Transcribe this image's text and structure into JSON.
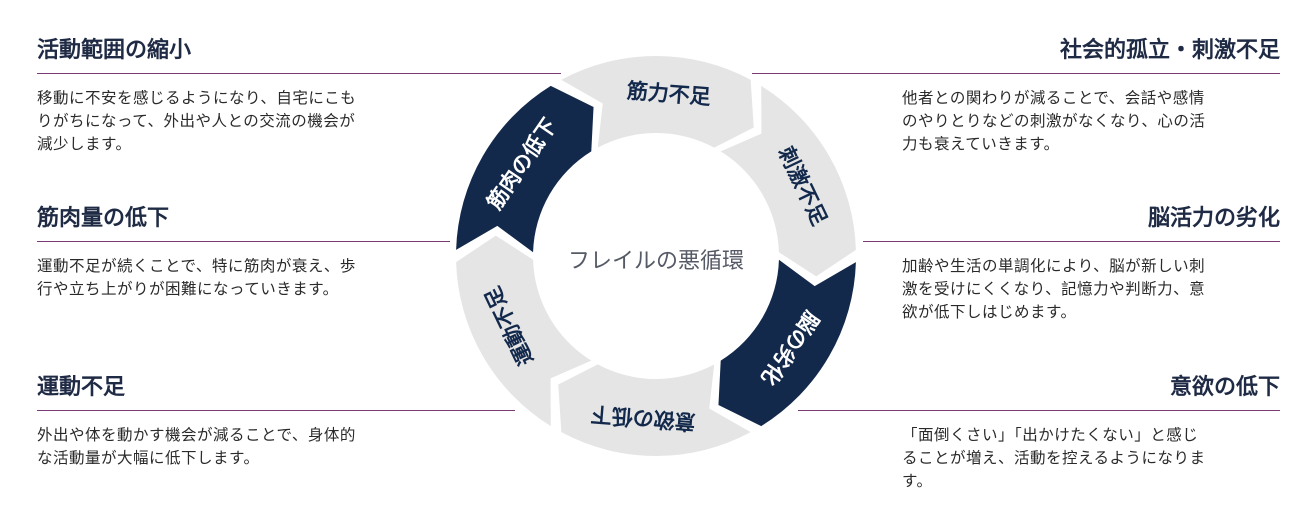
{
  "center_title": "フレイルの悪循環",
  "segments": [
    {
      "label": "筋力不足",
      "dark": false
    },
    {
      "label": "刺激不足",
      "dark": false
    },
    {
      "label": "脳の劣化",
      "dark": true
    },
    {
      "label": "意欲の低下",
      "dark": false
    },
    {
      "label": "運動不足",
      "dark": false
    },
    {
      "label": "筋肉の低下",
      "dark": true
    }
  ],
  "left": [
    {
      "title": "活動範囲の縮小",
      "lines": [
        "移動に不安を感じるようになり、自宅にこも",
        "りがちになって、外出や人との交流の機会が",
        "減少します。"
      ]
    },
    {
      "title": "筋肉量の低下",
      "lines": [
        "運動不足が続くことで、特に筋肉が衰え、歩",
        "行や立ち上がりが困難になっていきます。"
      ]
    },
    {
      "title": "運動不足",
      "lines": [
        "外出や体を動かす機会が減ることで、身体的",
        "な活動量が大幅に低下します。"
      ]
    }
  ],
  "right": [
    {
      "title": "社会的孤立・刺激不足",
      "lines": [
        "他者との関わりが減ることで、会話や感情",
        "のやりとりなどの刺激がなくなり、心の活",
        "力も衰えていきます。"
      ]
    },
    {
      "title": "脳活力の劣化",
      "lines": [
        "加齢や生活の単調化により、脳が新しい刺",
        "激を受けにくくなり、記憶力や判断力、意",
        "欲が低下しはじめます。"
      ]
    },
    {
      "title": "意欲の低下",
      "lines": [
        "「面倒くさい」「出かけたくない」と感じ",
        "ることが増え、活動を控えるようになりま",
        "す。"
      ]
    }
  ],
  "colors": {
    "dark": "#13294b",
    "light": "#e5e5e6",
    "accent_line": "#7a3a73"
  }
}
